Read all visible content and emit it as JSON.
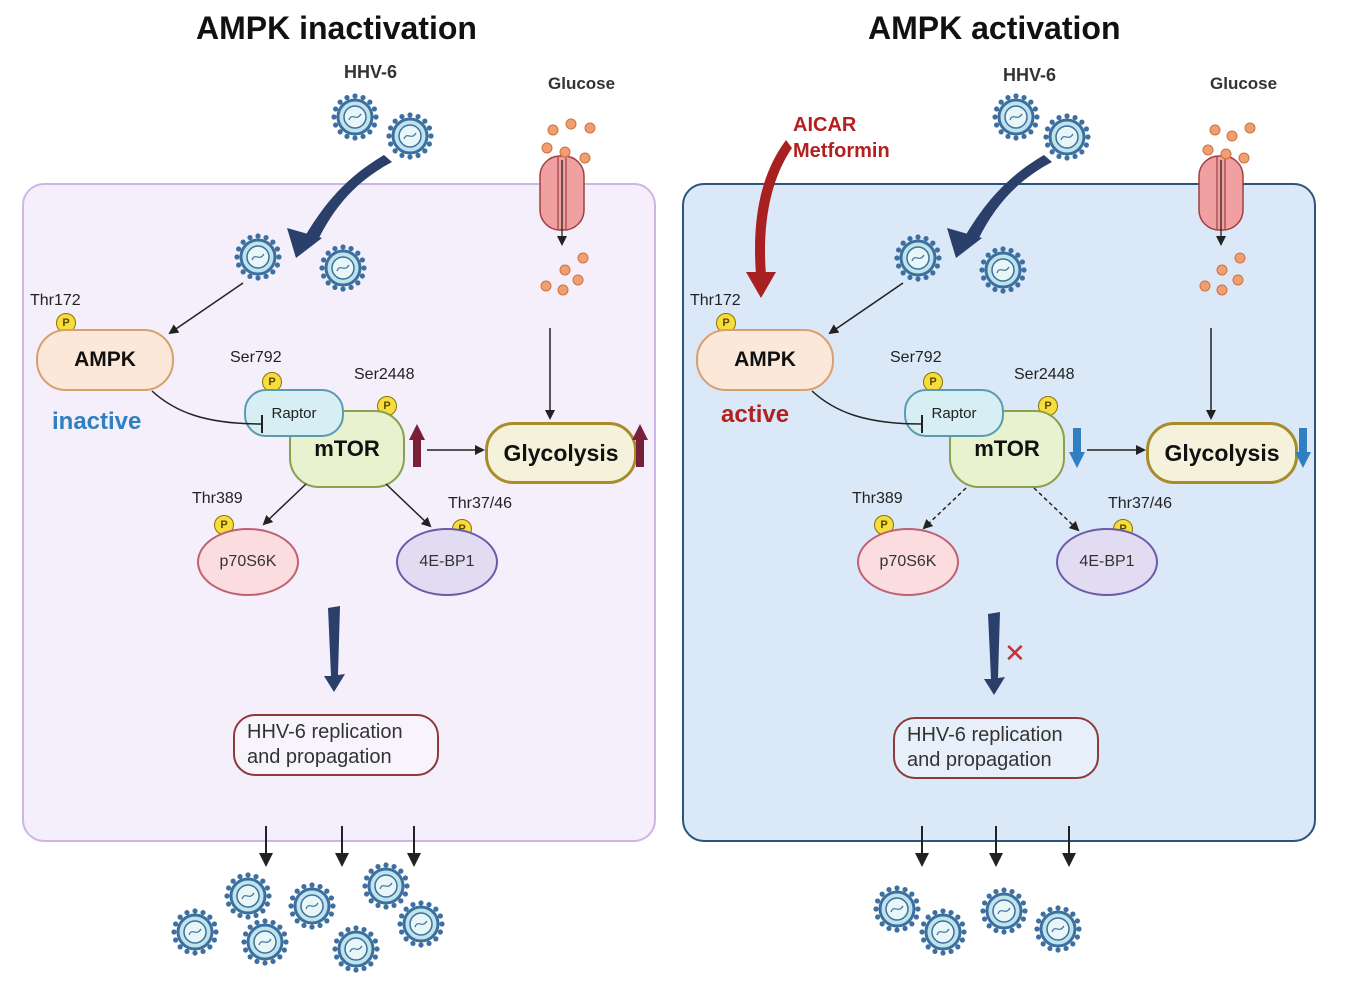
{
  "left": {
    "title": "AMPK  inactivation",
    "virus_label": "HHV-6",
    "glucose_label": "Glucose",
    "thr172": "Thr172",
    "ampk": "AMPK",
    "ampk_state": "inactive",
    "ser792": "Ser792",
    "ser2448": "Ser2448",
    "raptor": "Raptor",
    "mtor": "mTOR",
    "glycolysis": "Glycolysis",
    "thr389": "Thr389",
    "thr37_46": "Thr37/46",
    "p70s6k": "p70S6K",
    "ebp1": "4E-BP1",
    "replication_line1": "HHV-6 replication",
    "replication_line2": "and propagation",
    "p_symbol": "P"
  },
  "right": {
    "title": "AMPK  activation",
    "virus_label": "HHV-6",
    "glucose_label": "Glucose",
    "drug_line1": "AICAR",
    "drug_line2": "Metformin",
    "thr172": "Thr172",
    "ampk": "AMPK",
    "ampk_state": "active",
    "ser792": "Ser792",
    "ser2448": "Ser2448",
    "raptor": "Raptor",
    "mtor": "mTOR",
    "glycolysis": "Glycolysis",
    "thr389": "Thr389",
    "thr37_46": "Thr37/46",
    "p70s6k": "p70S6K",
    "ebp1": "4E-BP1",
    "replication_line1": "HHV-6 replication",
    "replication_line2": "and propagation",
    "block_symbol": "✕",
    "p_symbol": "P"
  },
  "colors": {
    "left_cell_fill": "#f5eefb",
    "left_cell_border": "#cdb6e6",
    "right_cell_fill": "#dbe8f7",
    "right_cell_border": "#2c5480",
    "inactive_text": "#2f7fc1",
    "active_text": "#b32020",
    "drug_text": "#b32020",
    "up_arrow": "#7a1f3a",
    "down_arrow": "#2f7fc1",
    "virus_arrow": "#2b3f6b"
  }
}
